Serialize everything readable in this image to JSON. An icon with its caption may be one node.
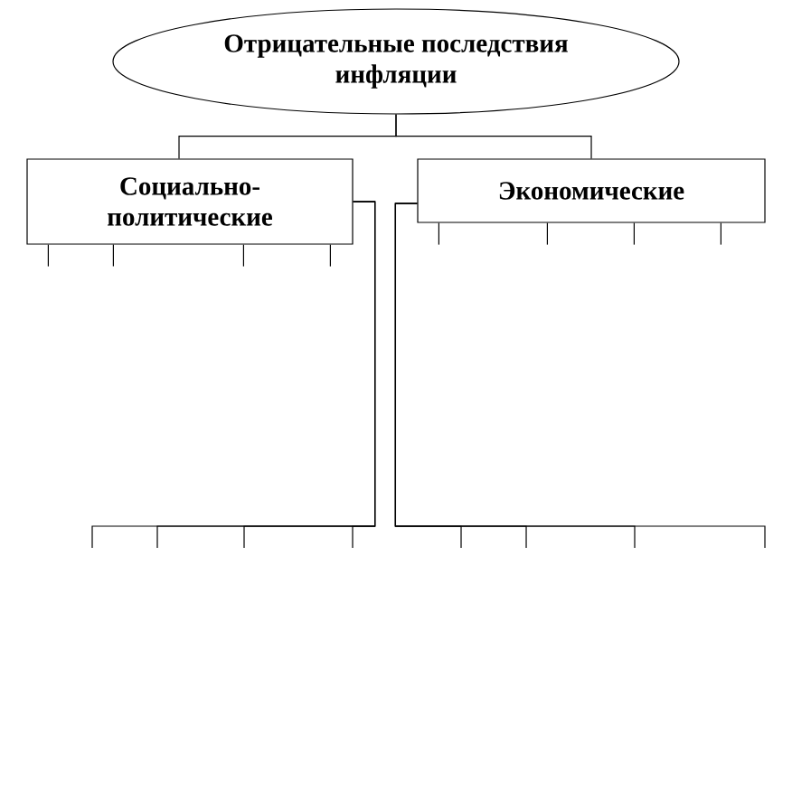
{
  "diagram": {
    "nodes": [
      {
        "text": [
          "Отрицательные последствия инфляции"
        ]
      },
      {
        "text": [
          "Социально-политические"
        ]
      },
      {
        "text": [
          "Экономические"
        ]
      }
    ],
    "edges": [
      {
        "from": 0,
        "to": 1,
        "arrow": "none"
      },
      {
        "from": 0,
        "to": 2,
        "arrow": "none"
      },
      {
        "from": 1,
        "to": null,
        "arrow": "none"
      },
      {
        "from": 1,
        "to": null,
        "arrow": "none"
      },
      {
        "from": 1,
        "to": null,
        "arrow": "none"
      },
      {
        "from": 1,
        "to": null,
        "arrow": "none"
      },
      {
        "from": 2,
        "to": null,
        "arrow": "none"
      },
      {
        "from": 2,
        "to": null,
        "arrow": "none"
      },
      {
        "from": 2,
        "to": null,
        "arrow": "none"
      },
      {
        "from": 2,
        "to": null,
        "arrow": "none"
      },
      {
        "from": 1,
        "to": null,
        "arrow": "none"
      },
      {
        "from": 1,
        "to": null,
        "arrow": "none"
      },
      {
        "from": 1,
        "to": null,
        "arrow": "none"
      },
      {
        "from": 1,
        "to": null,
        "arrow": "none"
      },
      {
        "from": 2,
        "to": null,
        "arrow": "none"
      },
      {
        "from": 2,
        "to": null,
        "arrow": "none"
      },
      {
        "from": 2,
        "to": null,
        "arrow": "none"
      },
      {
        "from": 2,
        "to": null,
        "arrow": "none"
      }
    ]
  }
}
